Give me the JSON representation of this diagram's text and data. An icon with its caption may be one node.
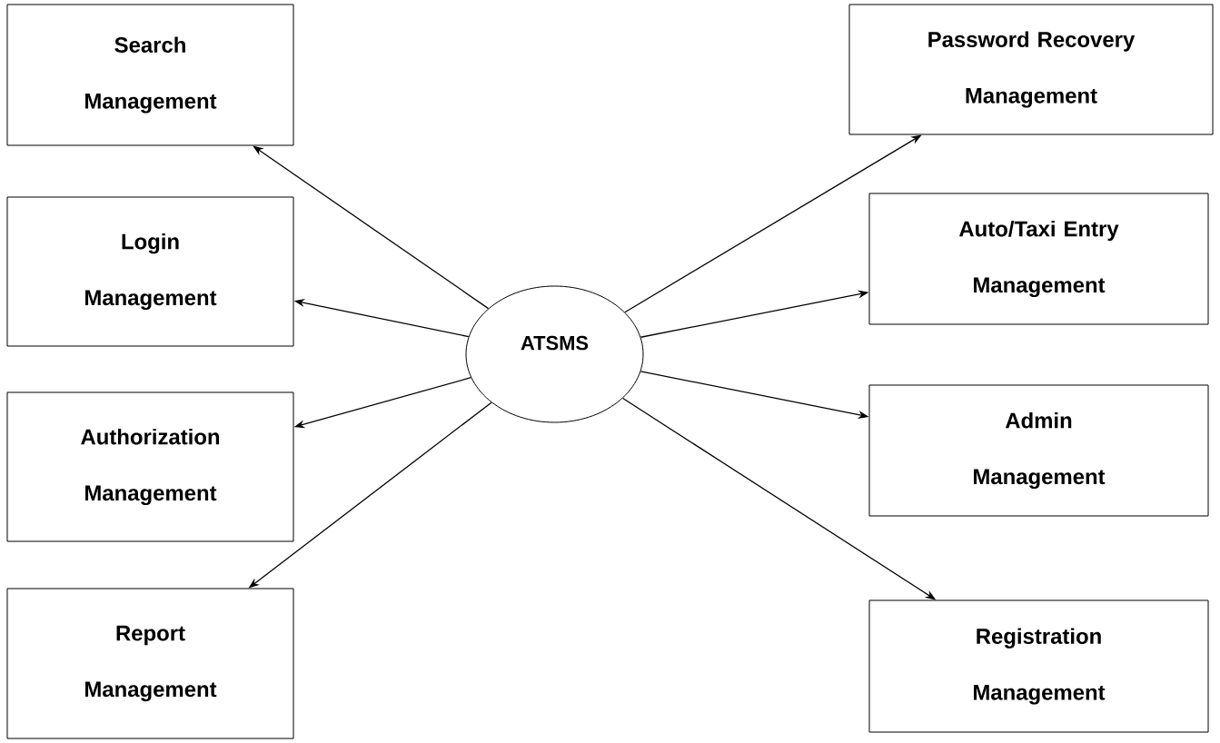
{
  "diagram": {
    "nodes": [
      {
        "text": [
          "ATSMS"
        ]
      },
      {
        "text": [
          "Search Management"
        ]
      },
      {
        "text": [
          "Login Management"
        ]
      },
      {
        "text": [
          "Authorization Management"
        ]
      },
      {
        "text": [
          "Report Management"
        ]
      },
      {
        "text": [
          "Password Recovery Management"
        ]
      },
      {
        "text": [
          "Auto/Taxi Entry Management"
        ]
      },
      {
        "text": [
          "Admin Management"
        ]
      },
      {
        "text": [
          "Registration Management"
        ]
      }
    ],
    "edges": [
      {
        "from": 0,
        "to": 1,
        "arrow": "to"
      },
      {
        "from": 0,
        "to": 2,
        "arrow": "to"
      },
      {
        "from": 0,
        "to": 3,
        "arrow": "to"
      },
      {
        "from": 0,
        "to": 4,
        "arrow": "to"
      },
      {
        "from": 0,
        "to": 5,
        "arrow": "to"
      },
      {
        "from": 0,
        "to": 6,
        "arrow": "to"
      },
      {
        "from": 0,
        "to": 7,
        "arrow": "to"
      },
      {
        "from": 0,
        "to": 8,
        "arrow": "to"
      }
    ]
  }
}
